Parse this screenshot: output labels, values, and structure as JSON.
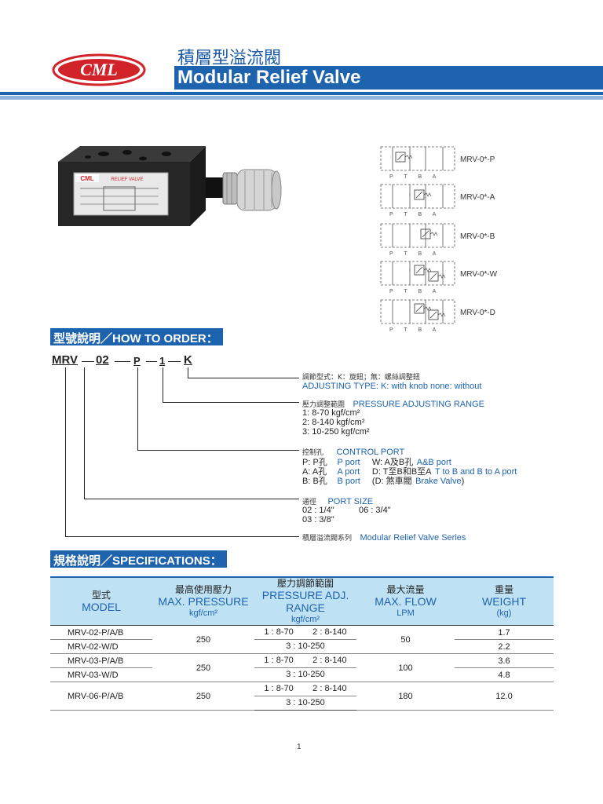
{
  "header": {
    "title_cn": "積層型溢流閥",
    "title_en": "Modular Relief Valve",
    "logo_text": "CML"
  },
  "product": {
    "body_text": "CML",
    "plate_text": "RELIEF VALVE"
  },
  "symbols": [
    {
      "label": "MRV-0*-P",
      "ports": "P T B A"
    },
    {
      "label": "MRV-0*-A",
      "ports": "P T B A"
    },
    {
      "label": "MRV-0*-B",
      "ports": "P T B A"
    },
    {
      "label": "MRV-0*-W",
      "ports": "P T B A"
    },
    {
      "label": "MRV-0*-D",
      "ports": "P T B A"
    }
  ],
  "how_to_order": {
    "heading": "型號說明／HOW TO ORDER：",
    "code": {
      "series": "MRV",
      "size": "02",
      "port": "P",
      "range": "1",
      "adjust": "K"
    },
    "adjusting": {
      "cn": "調節型式：K：旋鈕；無：螺絲調整鈕",
      "en": "ADJUSTING TYPE: K: with knob  none: without"
    },
    "pressure": {
      "cn": "壓力調整範圍",
      "en": "PRESSURE ADJUSTING RANGE",
      "lines": [
        "1: 8-70 kgf/cm²",
        "2: 8-140 kgf/cm²",
        "3: 10-250 kgf/cm²"
      ]
    },
    "control": {
      "cn": "控制孔",
      "en": "CONTROL PORT",
      "rows": [
        {
          "key": "P: P孔",
          "v1": "P port",
          "k2": "W: A及B孔",
          "v2": "A&B port"
        },
        {
          "key": "A: A孔",
          "v1": "A port",
          "k2": "D: T至B和B至A",
          "v2": "T to B and B to A port"
        },
        {
          "key": "B: B孔",
          "v1": "B port",
          "k2": "(D: 煞車閥",
          "v2": "Brake Valve",
          "close": ")"
        }
      ]
    },
    "port_size": {
      "cn": "通徑",
      "en": "PORT SIZE",
      "line1a": "02 : 1/4\"",
      "line1b": "06 : 3/4\"",
      "line2": "03 : 3/8\""
    },
    "series": {
      "cn": "積層溢流閥系列",
      "en": "Modular Relief Valve Series"
    }
  },
  "specifications": {
    "heading": "規格說明／SPECIFICATIONS：",
    "columns": [
      {
        "cn": "型式",
        "en": "MODEL",
        "unit": ""
      },
      {
        "cn": "最高使用壓力",
        "en": "MAX. PRESSURE",
        "unit": "kgf/cm²"
      },
      {
        "cn": "壓力調節範圍",
        "en": "PRESSURE ADJ. RANGE",
        "unit": "kgf/cm²"
      },
      {
        "cn": "最大流量",
        "en": "MAX. FLOW",
        "unit": "LPM"
      },
      {
        "cn": "重量",
        "en": "WEIGHT",
        "unit": "(kg)"
      }
    ],
    "groups": [
      {
        "models": [
          "MRV-02-P/A/B",
          "MRV-02-W/D"
        ],
        "pressure": "250",
        "range1": "1 : 8-70        2 : 8-140",
        "range2": "3 : 10-250",
        "flow": "50",
        "weights": [
          "1.7",
          "2.2"
        ]
      },
      {
        "models": [
          "MRV-03-P/A/B",
          "MRV-03-W/D"
        ],
        "pressure": "250",
        "range1": "1 : 8-70        2 : 8-140",
        "range2": "3 : 10-250",
        "flow": "100",
        "weights": [
          "3.6",
          "4.8"
        ]
      },
      {
        "models": [
          "MRV-06-P/A/B"
        ],
        "pressure": "250",
        "range1": "1 : 8-70        2 : 8-140",
        "range2": "3 : 10-250",
        "flow": "180",
        "weights": [
          "12.0"
        ]
      }
    ]
  },
  "page_number": "1"
}
